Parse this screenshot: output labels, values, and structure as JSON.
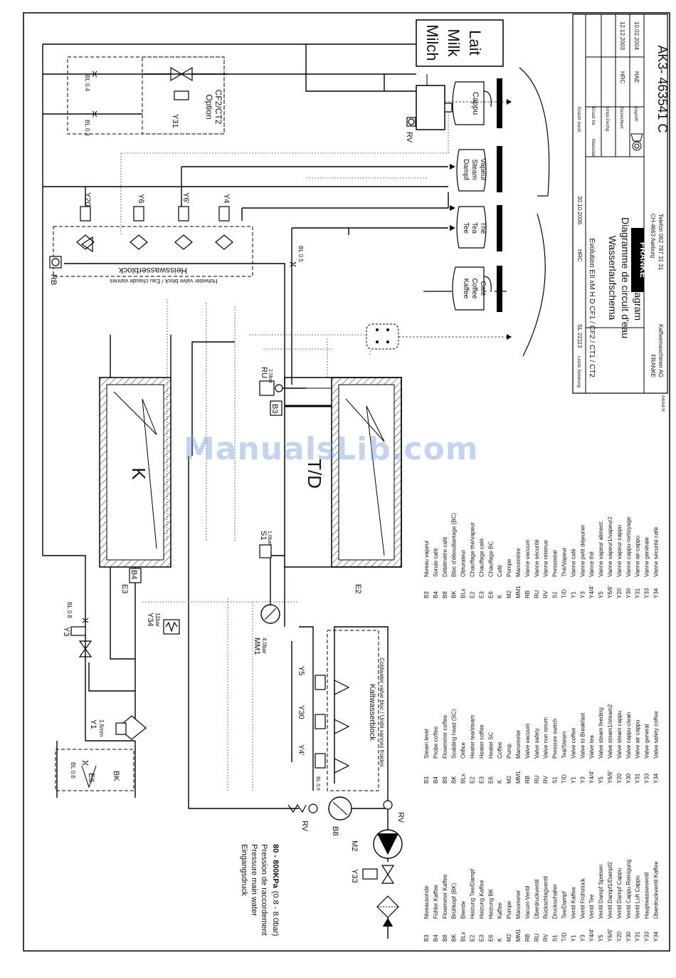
{
  "watermark": "ManualsLib.com",
  "components": {
    "K": "K",
    "TD": "T/D",
    "B3": "B3",
    "B4": "B4",
    "B8": "B8",
    "E2": "E2",
    "E3": "E3",
    "E6": "E6",
    "BK": "BK",
    "Y1": "Y1",
    "Y1_note": "1.6mm",
    "Y3": "Y3",
    "Y4": "Y4",
    "Y4p": "Y4'",
    "Y5": "Y5",
    "Y6": "Y6",
    "Y6p": "Y6'",
    "Y20": "Y20",
    "Y30": "Y30",
    "Y31": "Y31",
    "Y33": "Y33",
    "Y34": "Y34",
    "Y34_note": "11bar",
    "M2": "M2",
    "MM1": "MM1",
    "MM1_note": "4.0bar",
    "S1": "S1",
    "S1_note": "1.0bar",
    "RU": "RU",
    "RU_note": "2.5bar",
    "RV": "RV",
    "RB": "RB",
    "BL08": "BL 0.8",
    "BL06": "BL 0.6",
    "BL04": "BL 0.4",
    "BL03": "BL 0.3",
    "BL05": "BL 0.5",
    "option_1": "Option",
    "option_2": "CF2/CT2",
    "hot_block": "Heisswasserblock",
    "hot_block_sub": "Hotwater valve block / Eau chaude vannes",
    "cold_block": "Kaltwasserblock",
    "cold_block_sub": "Coldwater valve bloc / Unité vannes froides"
  },
  "outlets": {
    "milk_1": "Milch",
    "milk_2": "Milk",
    "milk_3": "Lait",
    "cappu": "Cappu",
    "steam_1": "Dampf",
    "steam_2": "Steam",
    "steam_3": "Vapeur",
    "tea_1": "Tee",
    "tea_2": "Tea",
    "tea_3": "The",
    "coffee_1": "Kaffee",
    "coffee_2": "Coffee",
    "coffee_3": "Café"
  },
  "inlet": {
    "de": "Eingangsdruck",
    "en": "Pressure main water",
    "fr": "Pression de raccordement",
    "range_bold": "80 - 800KPa",
    "range_rest": "(0.8 - 8.0bar)"
  },
  "legend_de": [
    [
      "B3",
      "Niveausonde"
    ],
    [
      "B4",
      "Fühler Kaffee"
    ],
    [
      "B8",
      "Flowmeter Kaffee"
    ],
    [
      "BK",
      "Brühkopf (BK)"
    ],
    [
      "BLx",
      "Blende"
    ],
    [
      "E2",
      "Heizung Tee/Dampf"
    ],
    [
      "E3",
      "Heizung Kaffee"
    ],
    [
      "E6",
      "Heizung BK"
    ],
    [
      "K",
      "Kaffee"
    ],
    [
      "M2",
      "Pumpe"
    ],
    [
      "MM1",
      "Manometer"
    ],
    [
      "RB",
      "Vacum-Ventil"
    ],
    [
      "RU",
      "Überdruckventil"
    ],
    [
      "RV",
      "Rückschlagventil"
    ],
    [
      "S1",
      "Druckschalter"
    ],
    [
      "T/D",
      "Tee/Dampf"
    ],
    [
      "Y1",
      "Ventil Kaffee"
    ],
    [
      "Y3",
      "Ventil Frühstück"
    ],
    [
      "Y4/4'",
      "Ventil Tee"
    ],
    [
      "Y5",
      "Ventil Dampf Speisen"
    ],
    [
      "Y6/6'",
      "Ventil Dampf1/Dampf2"
    ],
    [
      "Y20",
      "Ventil Dampf Cappu"
    ],
    [
      "Y30",
      "Ventil Cappu Reinigung"
    ],
    [
      "Y31",
      "Ventil Luft Cappu"
    ],
    [
      "Y33",
      "Hauptwasserventil"
    ],
    [
      "Y34",
      "Überdruckventil Kaffee"
    ]
  ],
  "legend_en": [
    [
      "B3",
      "Steam level"
    ],
    [
      "B4",
      "Probe coffee"
    ],
    [
      "B8",
      "Flowmeter coffee"
    ],
    [
      "BK",
      "Scalding head (SC)"
    ],
    [
      "BLx",
      "Orifice"
    ],
    [
      "E2",
      "Heater tea/steam"
    ],
    [
      "E3",
      "Heater coffee"
    ],
    [
      "E6",
      "Heater SC"
    ],
    [
      "K",
      "Coffee"
    ],
    [
      "M2",
      "Pump"
    ],
    [
      "MM1",
      "Manometer"
    ],
    [
      "RB",
      "Valve vacuum"
    ],
    [
      "RU",
      "Valve safety"
    ],
    [
      "RV",
      "Valve non return"
    ],
    [
      "S1",
      "Pressure switch"
    ],
    [
      "T/D",
      "Tea/Steam"
    ],
    [
      "Y1",
      "Valve coffee"
    ],
    [
      "Y3",
      "Valve to Breakfast"
    ],
    [
      "Y4/4'",
      "Valve tea"
    ],
    [
      "Y5",
      "Valve steam feeding"
    ],
    [
      "Y6/6'",
      "Valve steam1/steam2"
    ],
    [
      "Y20",
      "Valve steam cappu"
    ],
    [
      "Y30",
      "Valve cappu-clean"
    ],
    [
      "Y31",
      "Valve air cappu"
    ],
    [
      "Y33",
      "Valve general"
    ],
    [
      "Y34",
      "Valve safety coffee"
    ]
  ],
  "legend_fr": [
    [
      "B3",
      "Niveau vapeur"
    ],
    [
      "B4",
      "Sonde café"
    ],
    [
      "B8",
      "Débitmètre café"
    ],
    [
      "BK",
      "Bloc d'ébouillantage (BC)"
    ],
    [
      "BLx",
      "Obturateur"
    ],
    [
      "E2",
      "Chauffage thé/vapeur"
    ],
    [
      "E3",
      "Chauffage café"
    ],
    [
      "E6",
      "Chauffage BC"
    ],
    [
      "K",
      "Café"
    ],
    [
      "M2",
      "Pompe"
    ],
    [
      "MM1",
      "Manomètre"
    ],
    [
      "RB",
      "Vanne vacuum"
    ],
    [
      "RU",
      "Vanne sécurité"
    ],
    [
      "RV",
      "Vanne retenue"
    ],
    [
      "S1",
      "Pressostat"
    ],
    [
      "T/D",
      "Thé/Vapeur"
    ],
    [
      "Y1",
      "Vanne café"
    ],
    [
      "Y3",
      "Vanne petit déjeuner"
    ],
    [
      "Y4/4'",
      "Vanne thé"
    ],
    [
      "Y5",
      "Vanne vapeur aliment."
    ],
    [
      "Y6/6'",
      "Vanne vapeur1/vapeur2"
    ],
    [
      "Y20",
      "Vanne vapeur cappu"
    ],
    [
      "Y30",
      "Vanne cappu-nettoyage"
    ],
    [
      "Y31",
      "Vanne air-cappu"
    ],
    [
      "Y33",
      "Vanne générale"
    ],
    [
      "Y34",
      "Vanne sécurité café"
    ]
  ],
  "title_block": {
    "last_change_label": "Letzte Änderung",
    "sl": "SL 22113",
    "hrc": "HRC",
    "date": "30.10.2006",
    "product": "Evolution  EII  xM  H D  CF1 / CF2 / CT1 / CT2",
    "title_de": "Wasserlaufschema",
    "title_fr": "Diagramme de circuit d'eau",
    "title_en": "Water flow diagram",
    "brand": "FRANKE",
    "company_1": "FRANKE",
    "company_2": "Kaffeemaschinen AG",
    "address_1": "CH-4663 Aarburg",
    "address_2": "Telefon 062 787 31 31",
    "drawing_no": "AK3- 463541 C",
    "row_1": "Ersetzt durch",
    "row_2": "Ersatz für",
    "row_3": "Urspr.Zeichg.",
    "row_4": "Gezeichnet",
    "row_5": "Geprüft",
    "massstab": "Massstab",
    "drawn_by": "HRC",
    "drawn_date": "12.12.2003",
    "checked_by": "HAE",
    "checked_date": "10.02.2004",
    "stamp": "A4/A4-N"
  }
}
